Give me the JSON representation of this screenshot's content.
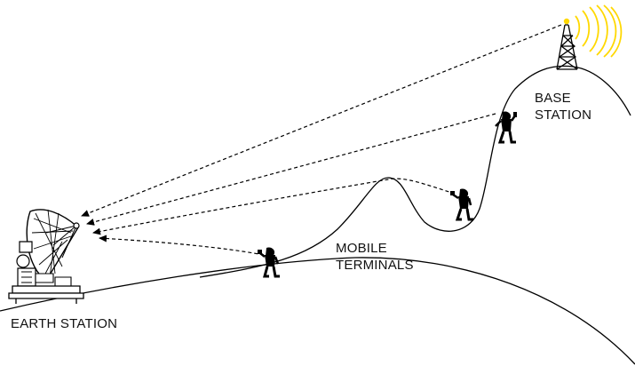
{
  "labels": {
    "base_station": [
      "BASE",
      "STATION"
    ],
    "mobile_terminals": [
      "MOBILE",
      "TERMINALS"
    ],
    "earth_station": "EARTH STATION"
  },
  "colors": {
    "line": "#000000",
    "antenna_signal": "#ffd800",
    "background": "#ffffff"
  },
  "icons": [
    "satellite-dish-icon",
    "radio-tower-icon",
    "person-with-phone-icon"
  ]
}
